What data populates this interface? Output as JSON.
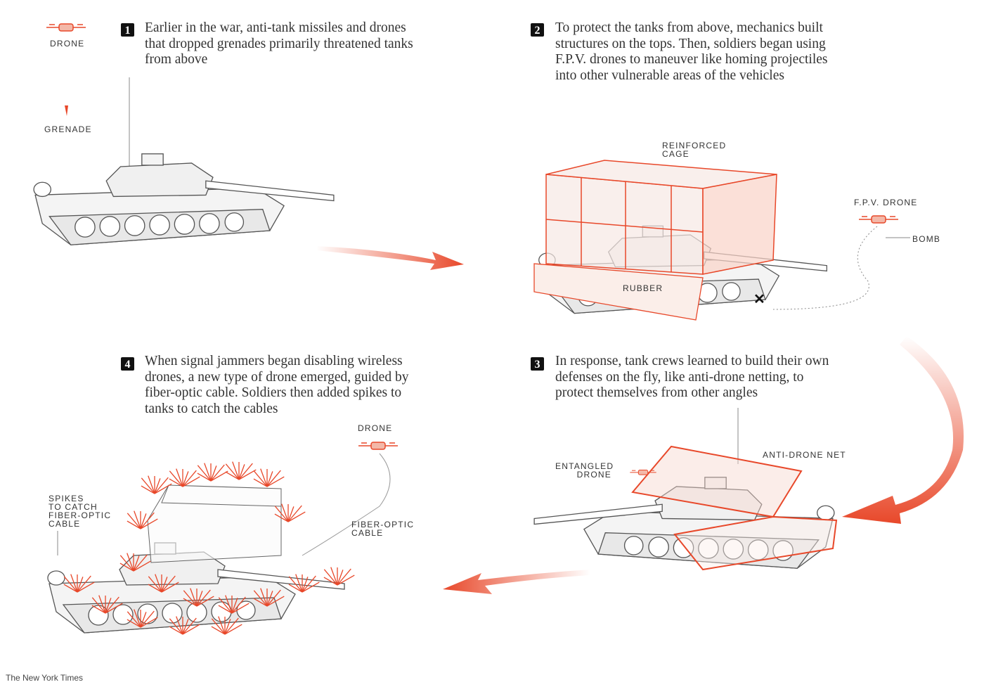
{
  "steps": [
    {
      "number": "1",
      "text": "Earlier in the war, anti-tank missiles and drones that dropped grenades primarily threatened tanks from above"
    },
    {
      "number": "2",
      "text": "To protect the tanks from above, mechanics built structures on the tops. Then, soldiers began using F.P.V. drones to maneuver like homing projectiles into other vulnerable areas of the vehicles"
    },
    {
      "number": "3",
      "text": "In response, tank crews learned to build their own defenses on the fly, like anti-drone netting, to protect themselves from other angles"
    },
    {
      "number": "4",
      "text": "When signal jammers began disabling wireless drones, a new type of drone emerged, guided by fiber-optic cable. Soldiers then added spikes to tanks to catch the cables"
    }
  ],
  "labels": {
    "drone1": "DRONE",
    "grenade": "GRENADE",
    "reinforced_cage": "REINFORCED\nCAGE",
    "fpv_drone": "F.P.V. DRONE",
    "bomb": "BOMB",
    "rubber": "RUBBER",
    "entangled_drone": "ENTANGLED\nDRONE",
    "anti_drone_net": "ANTI-DRONE NET",
    "drone4": "DRONE",
    "spikes": "SPIKES\nTO CATCH\nFIBER-OPTIC\nCABLE",
    "fiber_optic_cable": "FIBER-OPTIC\nCABLE"
  },
  "credit": "The New York Times",
  "colors": {
    "accent": "#e8482a",
    "ink": "#333333"
  }
}
